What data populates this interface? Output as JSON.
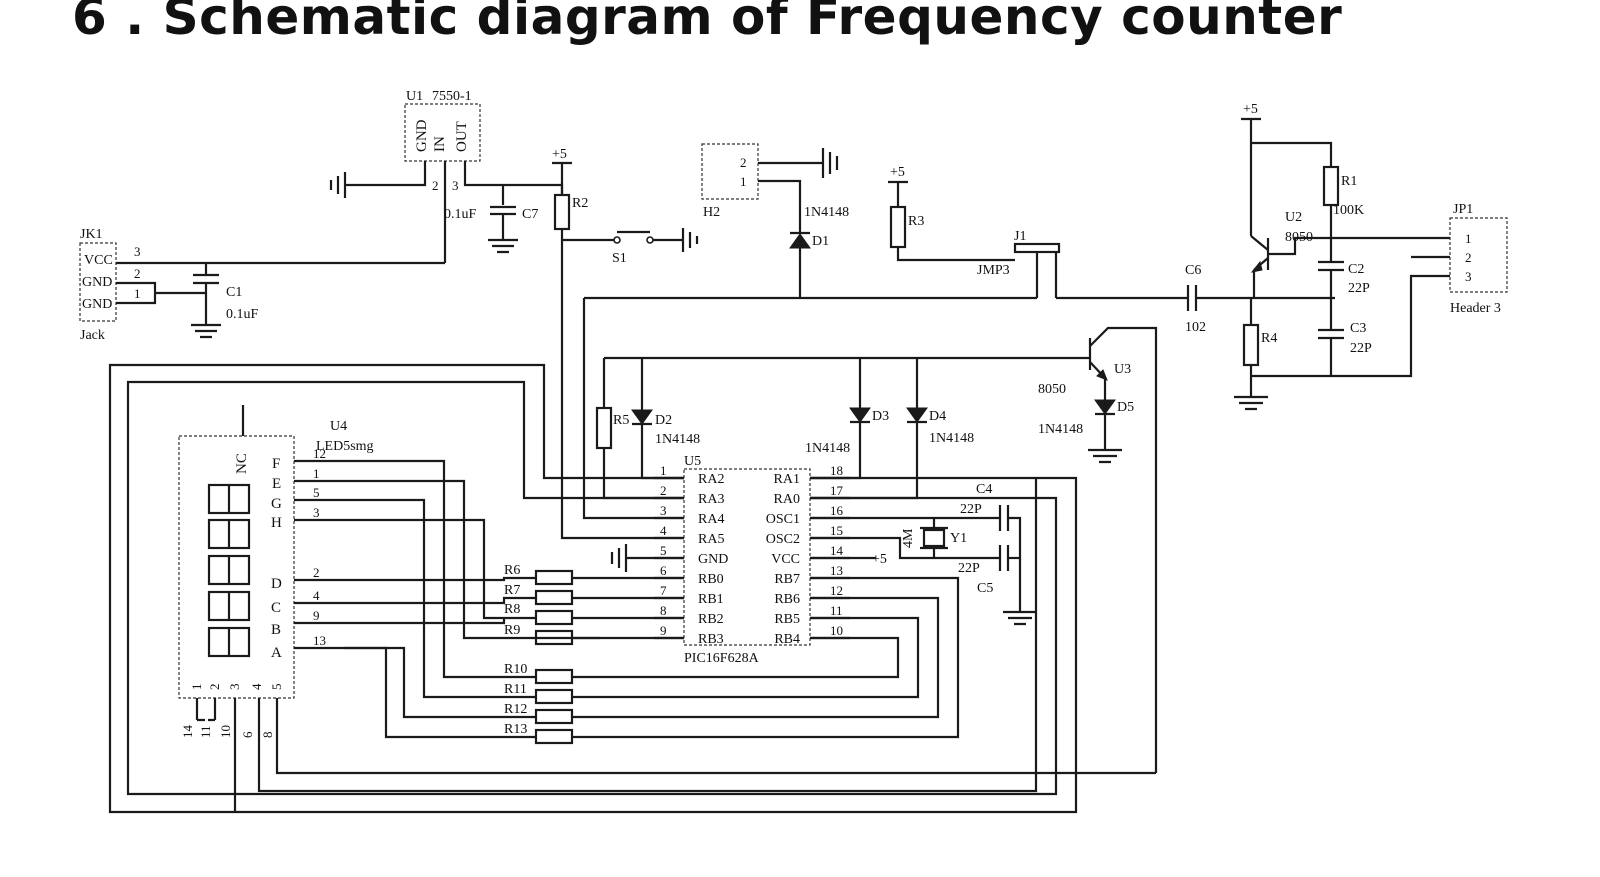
{
  "title": "6 . Schematic diagram of Frequency counter",
  "labels": {
    "u1": "U1",
    "u1_part": "7550-1",
    "u1_gnd": "GND",
    "u1_in": "IN",
    "u1_out": "OUT",
    "u1_p2": "2",
    "u1_p3": "3",
    "c7": "C7",
    "c7_val": "0.1uF",
    "plus5": "+5",
    "r2": "R2",
    "s1": "S1",
    "jk1": "JK1",
    "vcc": "VCC",
    "gnd": "GND",
    "jack": "Jack",
    "jk_p3": "3",
    "jk_p2": "2",
    "jk_p1": "1",
    "c1": "C1",
    "c1_val": "0.1uF",
    "h2": "H2",
    "h2_p2": "2",
    "h2_p1": "1",
    "d1_part": "1N4148",
    "d1": "D1",
    "r3": "R3",
    "j1": "J1",
    "jmp3": "JMP3",
    "c6": "C6",
    "c6_val": "102",
    "r1": "R1",
    "r1_val": "100K",
    "u2": "U2",
    "u2_part": "8050",
    "c2": "C2",
    "c2_val": "22P",
    "c3": "C3",
    "c3_val": "22P",
    "r4": "R4",
    "jp1": "JP1",
    "jp_p1": "1",
    "jp_p2": "2",
    "jp_p3": "3",
    "header3": "Header 3",
    "u3": "U3",
    "u3_part": "8050",
    "d5": "D5",
    "d5_part": "1N4148",
    "r5": "R5",
    "d2": "D2",
    "d2_part": "1N4148",
    "d3": "D3",
    "d3_part": "1N4148",
    "d4": "D4",
    "d4_part": "1N4148",
    "u4": "U4",
    "u4_part": "LED5smg",
    "nc": "NC",
    "seg_f": "F",
    "seg_e": "E",
    "seg_g": "G",
    "seg_h": "H",
    "seg_d": "D",
    "seg_c": "C",
    "seg_b": "B",
    "seg_a": "A",
    "u5": "U5",
    "u5_part": "PIC16F628A",
    "c4": "C4",
    "c4_val": "22P",
    "c5": "C5",
    "c5_val": "22P",
    "y1": "Y1",
    "y1_val": "4M",
    "r6": "R6",
    "r7": "R7",
    "r8": "R8",
    "r9": "R9",
    "r10": "R10",
    "r11": "R11",
    "r12": "R12",
    "r13": "R13"
  },
  "u4_left_pins": [
    "12",
    "1",
    "5",
    "3",
    "2",
    "4",
    "9",
    "13"
  ],
  "u4_bottom_pins": [
    "1",
    "2",
    "3",
    "4",
    "5"
  ],
  "u4_bottom_wire_nums": [
    "14",
    "11",
    "10",
    "6",
    "8"
  ],
  "u5_left": [
    {
      "n": "1",
      "name": "RA2"
    },
    {
      "n": "2",
      "name": "RA3"
    },
    {
      "n": "3",
      "name": "RA4"
    },
    {
      "n": "4",
      "name": "RA5"
    },
    {
      "n": "5",
      "name": "GND"
    },
    {
      "n": "6",
      "name": "RB0"
    },
    {
      "n": "7",
      "name": "RB1"
    },
    {
      "n": "8",
      "name": "RB2"
    },
    {
      "n": "9",
      "name": "RB3"
    }
  ],
  "u5_right": [
    {
      "n": "18",
      "name": "RA1"
    },
    {
      "n": "17",
      "name": "RA0"
    },
    {
      "n": "16",
      "name": "OSC1"
    },
    {
      "n": "15",
      "name": "OSC2"
    },
    {
      "n": "14",
      "name": "VCC"
    },
    {
      "n": "13",
      "name": "RB7"
    },
    {
      "n": "12",
      "name": "RB6"
    },
    {
      "n": "11",
      "name": "RB5"
    },
    {
      "n": "10",
      "name": "RB4"
    }
  ]
}
